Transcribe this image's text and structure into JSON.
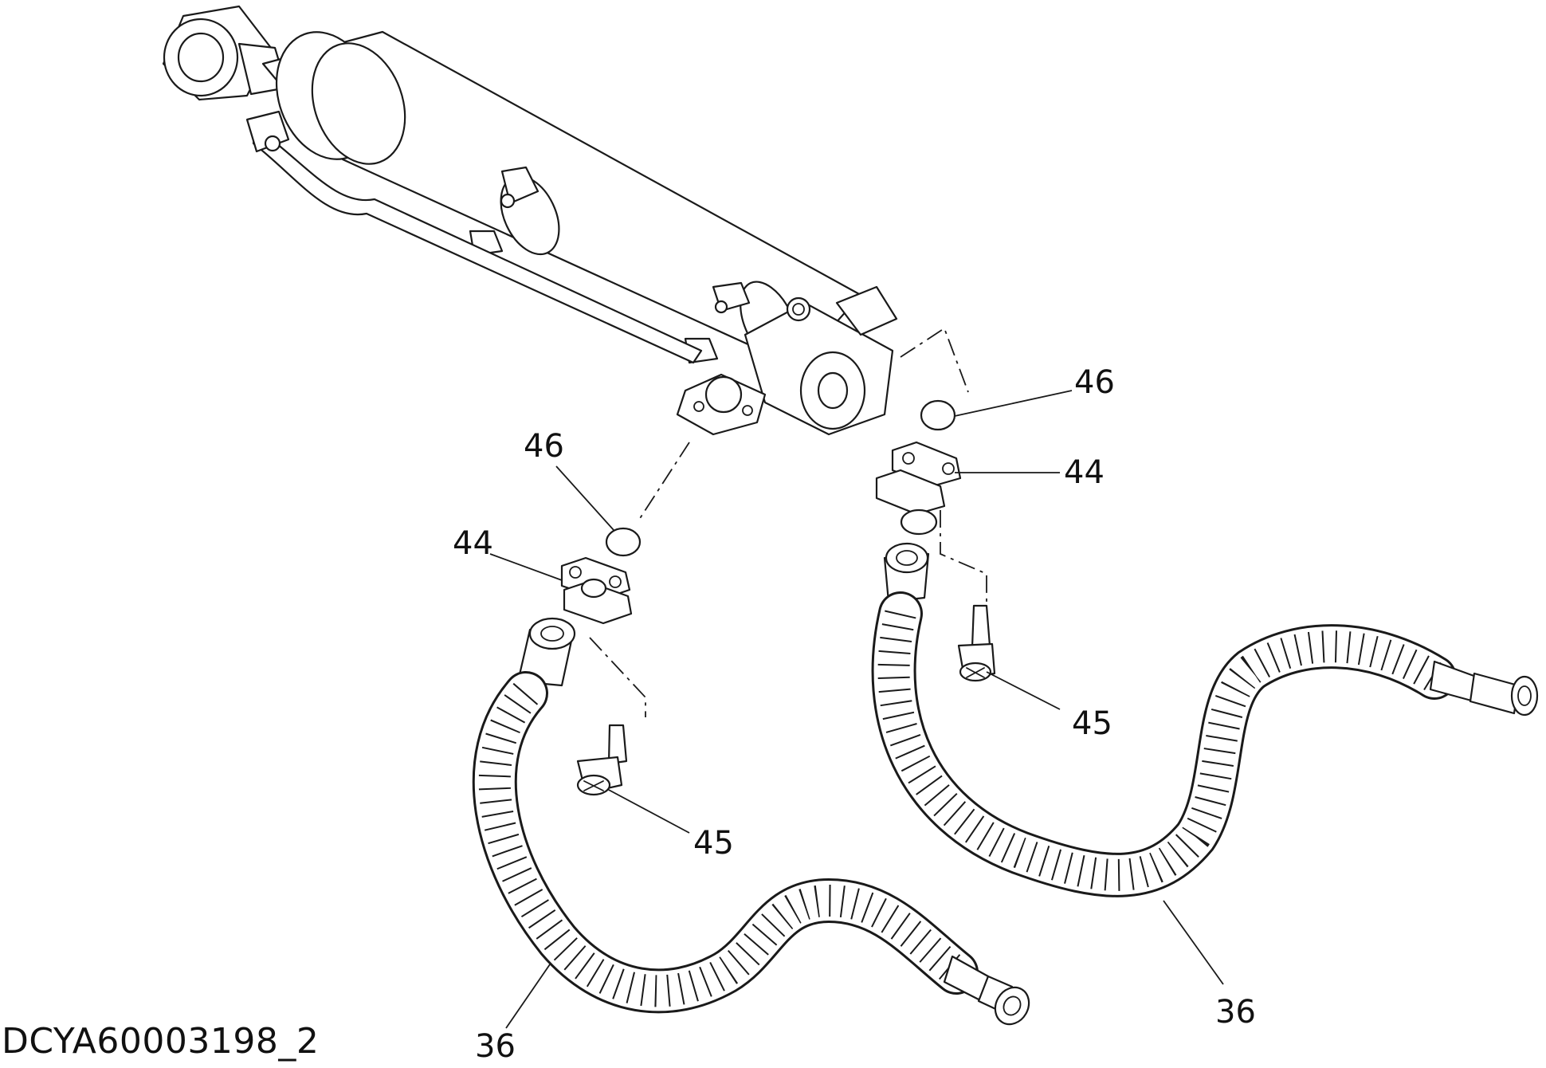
{
  "diagram": {
    "reference_code": "DCYA60003198_2",
    "callouts": [
      {
        "id": "46-right",
        "label": "46"
      },
      {
        "id": "44-right",
        "label": "44"
      },
      {
        "id": "45-right",
        "label": "45"
      },
      {
        "id": "36-right",
        "label": "36"
      },
      {
        "id": "46-left",
        "label": "46"
      },
      {
        "id": "44-left",
        "label": "44"
      },
      {
        "id": "45-left",
        "label": "45"
      },
      {
        "id": "36-left",
        "label": "36"
      }
    ],
    "colors": {
      "line": "#1a1a1a",
      "background": "#ffffff"
    }
  }
}
